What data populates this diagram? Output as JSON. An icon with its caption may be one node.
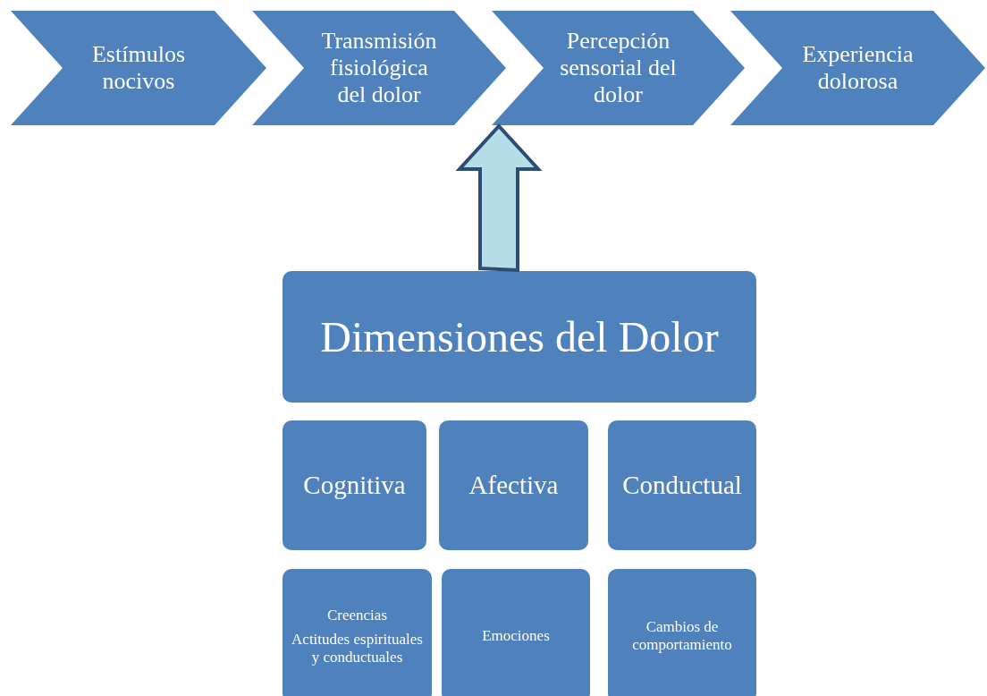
{
  "diagram": {
    "nodes": [
      {
        "text": [
          "Estímulos nocivos"
        ]
      },
      {
        "text": [
          "Transmisión fisiológica del dolor"
        ]
      },
      {
        "text": [
          "Percepción sensorial del dolor"
        ]
      },
      {
        "text": [
          "Experiencia dolorosa"
        ]
      },
      {
        "text": [
          "Dimensiones del Dolor"
        ]
      },
      {
        "text": [
          "Cognitiva"
        ]
      },
      {
        "text": [
          "Afectiva"
        ]
      },
      {
        "text": [
          "Conductual"
        ]
      },
      {
        "text": [
          "Creencias",
          "Actitudes espirituales y conductuales"
        ]
      },
      {
        "text": [
          "Emociones"
        ]
      },
      {
        "text": [
          "Cambios de comportamiento"
        ]
      }
    ],
    "edges": [
      {
        "from": 4,
        "to": 2,
        "arrow": "to",
        "style": "thick"
      }
    ]
  }
}
